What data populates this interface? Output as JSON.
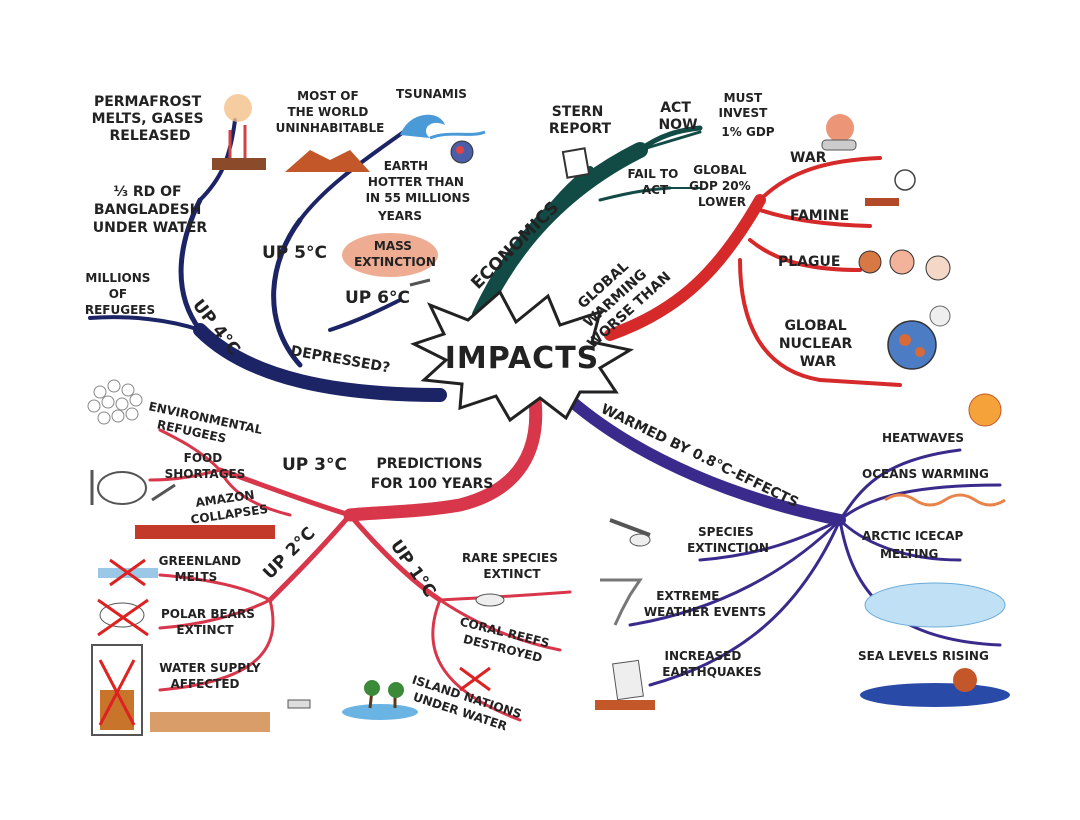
{
  "center": "IMPACTS",
  "colors": {
    "navy": "#1c2466",
    "teal": "#124a45",
    "red": "#d62a2a",
    "purple": "#3a2a8c",
    "pink": "#d8364a"
  },
  "branches": {
    "economics": {
      "label": "ECONOMICS",
      "stern_report": [
        "STERN",
        "REPORT"
      ],
      "act_now": [
        "ACT",
        "NOW"
      ],
      "must_invest": [
        "MUST",
        "INVEST",
        "1% GDP"
      ],
      "fail_to_act": [
        "FAIL TO",
        "ACT"
      ],
      "global_gdp": [
        "GLOBAL",
        "GDP 20%",
        "LOWER"
      ]
    },
    "worse_than": {
      "label": [
        "GLOBAL",
        "WARMING",
        "WORSE THAN"
      ],
      "war": "WAR",
      "famine": "FAMINE",
      "plague": "PLAGUE",
      "nuclear": [
        "GLOBAL",
        "NUCLEAR",
        "WAR"
      ]
    },
    "depressed": {
      "label": "DEPRESSED?",
      "up4": "UP 4°C",
      "up5": "UP 5°C",
      "up6": "UP 6°C",
      "permafrost": [
        "PERMAFROST",
        "MELTS, GASES",
        "RELEASED"
      ],
      "uninhabitable": [
        "MOST OF",
        "THE WORLD",
        "UNINHABITABLE"
      ],
      "tsunamis": "TSUNAMIS",
      "hotter": [
        "EARTH",
        "HOTTER THAN",
        "IN 55 MILLIONS",
        "YEARS"
      ],
      "mass_extinction": [
        "MASS",
        "EXTINCTION"
      ],
      "bangladesh": [
        "⅓ RD OF",
        "BANGLADESH",
        "UNDER WATER"
      ],
      "refugees": [
        "MILLIONS",
        "OF",
        "REFUGEES"
      ]
    },
    "warmed": {
      "label": "WARMED BY 0.8°C-EFFECTS",
      "heatwaves": "HEATWAVES",
      "oceans": "OCEANS WARMING",
      "arctic": [
        "ARCTIC ICECAP",
        "MELTING"
      ],
      "sea_levels": "SEA LEVELS RISING",
      "species": [
        "SPECIES",
        "EXTINCTION"
      ],
      "weather": [
        "EXTREME",
        "WEATHER EVENTS"
      ],
      "earthquakes": [
        "INCREASED",
        "EARTHQUAKES"
      ]
    },
    "predictions": {
      "label": [
        "PREDICTIONS",
        "FOR 100 YEARS"
      ],
      "up3": "UP 3°C",
      "up2": "UP 2°C",
      "up1": "UP 1°C",
      "env_refugees": [
        "ENVIRONMENTAL",
        "REFUGEES"
      ],
      "food": [
        "FOOD",
        "SHORTAGES"
      ],
      "amazon": [
        "AMAZON",
        "COLLAPSES"
      ],
      "greenland": [
        "GREENLAND",
        "MELTS"
      ],
      "polar_bears": [
        "POLAR BEARS",
        "EXTINCT"
      ],
      "water_supply": [
        "WATER SUPPLY",
        "AFFECTED"
      ],
      "rare_species": [
        "RARE SPECIES",
        "EXTINCT"
      ],
      "coral": [
        "CORAL REEFS",
        "DESTROYED"
      ],
      "island": [
        "ISLAND NATIONS",
        "UNDER WATER"
      ]
    }
  }
}
